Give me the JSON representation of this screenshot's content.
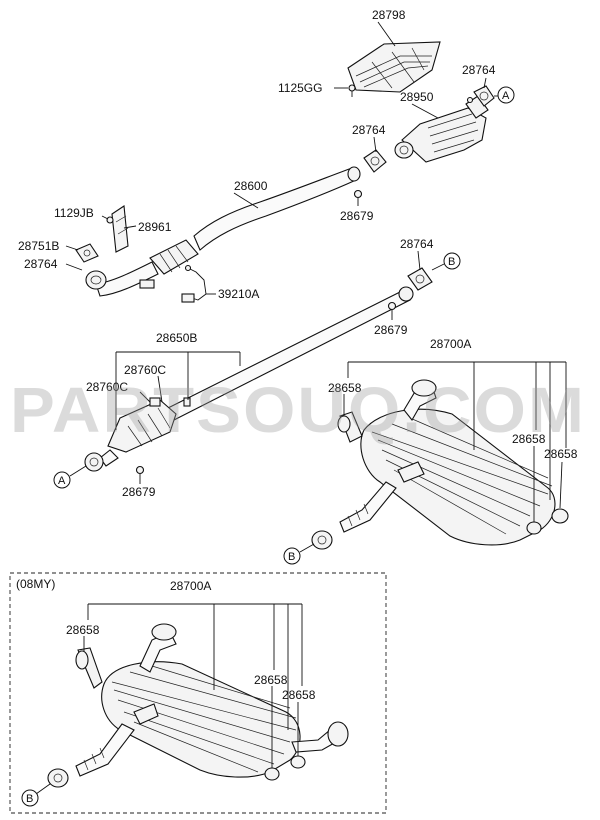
{
  "labels": {
    "p28798": "28798",
    "p1125GG": "1125GG",
    "p28764a": "28764",
    "p28950": "28950",
    "p28764b": "28764",
    "p28600": "28600",
    "p28679a": "28679",
    "p1129JB": "1129JB",
    "p28961": "28961",
    "p28751B": "28751B",
    "p28764c": "28764",
    "p28764d": "28764",
    "p39210A": "39210A",
    "p28679b": "28679",
    "p28650B": "28650B",
    "p28760Ca": "28760C",
    "p28760Cb": "28760C",
    "p28679c": "28679",
    "p28700A": "28700A",
    "p28658a": "28658",
    "p28658b": "28658",
    "p28658c": "28658",
    "variant_title": "(08MY)",
    "p28700A_2": "28700A",
    "p28658d": "28658",
    "p28658e": "28658",
    "p28658f": "28658"
  },
  "connectors": {
    "A1": "A",
    "A2": "A",
    "B1": "B",
    "B2": "B",
    "B3": "B"
  },
  "watermark": "PARTSOUQ.COM"
}
